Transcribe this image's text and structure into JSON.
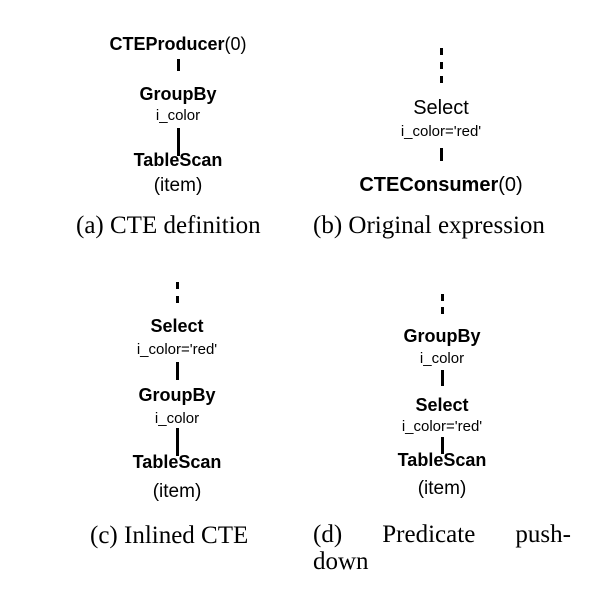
{
  "panel_a": {
    "producer_label": "CTEProducer",
    "producer_arg": "(0)",
    "groupby_label": "GroupBy",
    "groupby_arg": "i_color",
    "tablescan_label": "TableScan",
    "tablescan_arg": "(item)",
    "caption": "(a) CTE definition"
  },
  "panel_b": {
    "select_label": "Select",
    "select_arg": "i_color='red'",
    "consumer_label": "CTEConsumer",
    "consumer_arg": "(0)",
    "caption": "(b) Original expression"
  },
  "panel_c": {
    "select_label": "Select",
    "select_arg": "i_color='red'",
    "groupby_label": "GroupBy",
    "groupby_arg": "i_color",
    "tablescan_label": "TableScan",
    "tablescan_arg": "(item)",
    "caption": "(c) Inlined CTE"
  },
  "panel_d": {
    "groupby_label": "GroupBy",
    "groupby_arg": "i_color",
    "select_label": "Select",
    "select_arg": "i_color='red'",
    "tablescan_label": "TableScan",
    "tablescan_arg": "(item)",
    "caption_word1": "(d)",
    "caption_word2": "Predicate",
    "caption_word3": "push-",
    "caption_line2": "down"
  }
}
